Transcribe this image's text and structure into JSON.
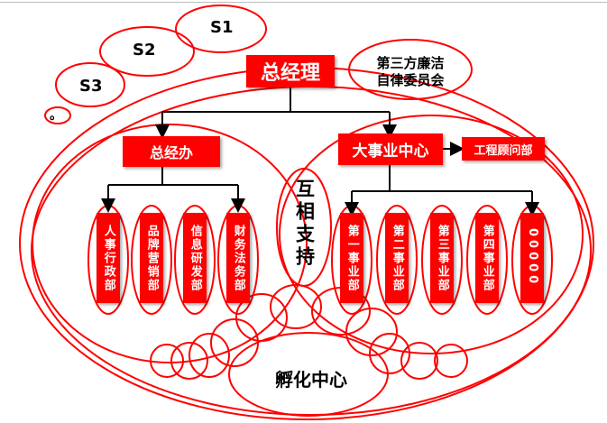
{
  "colors": {
    "accent": "#ff0000",
    "line": "#000000",
    "background": "#ffffff"
  },
  "layers": {
    "s1": "S1",
    "s2": "S2",
    "s3": "S3",
    "dot": "。"
  },
  "top": {
    "ceo": "总经理",
    "integrity": "第三方廉洁\n自律委员会"
  },
  "left": {
    "office": "总经办",
    "depts": [
      "人事行政部",
      "品牌营销部",
      "信息研发部",
      "财务法务部"
    ]
  },
  "middle": {
    "mutual": "互相支持"
  },
  "right": {
    "center": "大事业中心",
    "consult": "工程顾问部",
    "units": [
      "第一事业部",
      "第二事业部",
      "第三事业部",
      "第四事业部",
      "00000"
    ]
  },
  "bottom": {
    "incubator": "孵化中心"
  }
}
